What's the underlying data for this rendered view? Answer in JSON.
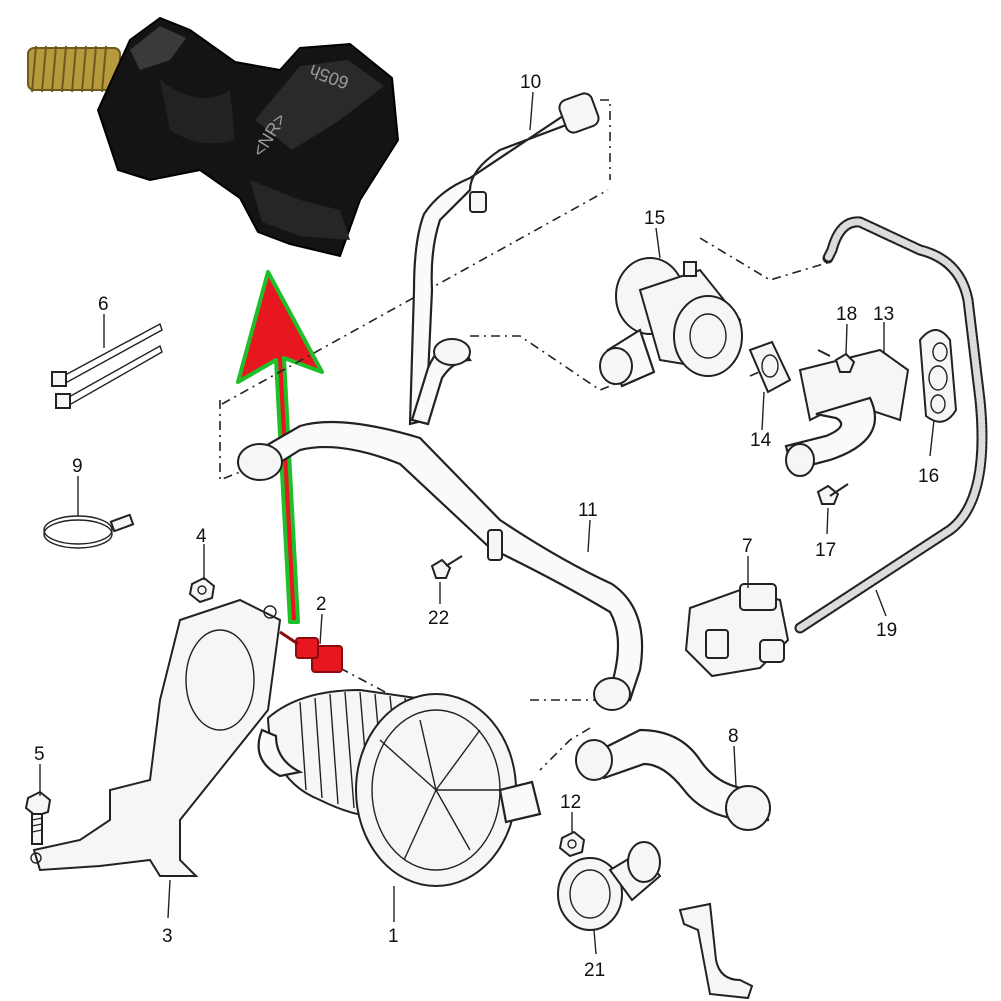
{
  "diagram": {
    "callouts": [
      {
        "id": "1",
        "label": "1"
      },
      {
        "id": "2",
        "label": "2"
      },
      {
        "id": "3",
        "label": "3"
      },
      {
        "id": "4",
        "label": "4"
      },
      {
        "id": "5",
        "label": "5"
      },
      {
        "id": "6",
        "label": "6"
      },
      {
        "id": "7",
        "label": "7"
      },
      {
        "id": "8",
        "label": "8"
      },
      {
        "id": "9",
        "label": "9"
      },
      {
        "id": "10",
        "label": "10"
      },
      {
        "id": "11",
        "label": "11"
      },
      {
        "id": "12",
        "label": "12"
      },
      {
        "id": "13",
        "label": "13"
      },
      {
        "id": "14",
        "label": "14"
      },
      {
        "id": "15",
        "label": "15"
      },
      {
        "id": "16",
        "label": "16"
      },
      {
        "id": "17",
        "label": "17"
      },
      {
        "id": "18",
        "label": "18"
      },
      {
        "id": "19",
        "label": "19"
      },
      {
        "id": "21",
        "label": "21"
      },
      {
        "id": "22",
        "label": "22"
      }
    ],
    "part_stamp": {
      "top": "605h",
      "side": "<NR>"
    },
    "colors": {
      "highlight_part": "#e8171f",
      "arrow_fill": "#e8171f",
      "arrow_outline": "#1fbf2a",
      "connector_body": "#141414",
      "threaded_stud": "#b89a3e"
    }
  }
}
